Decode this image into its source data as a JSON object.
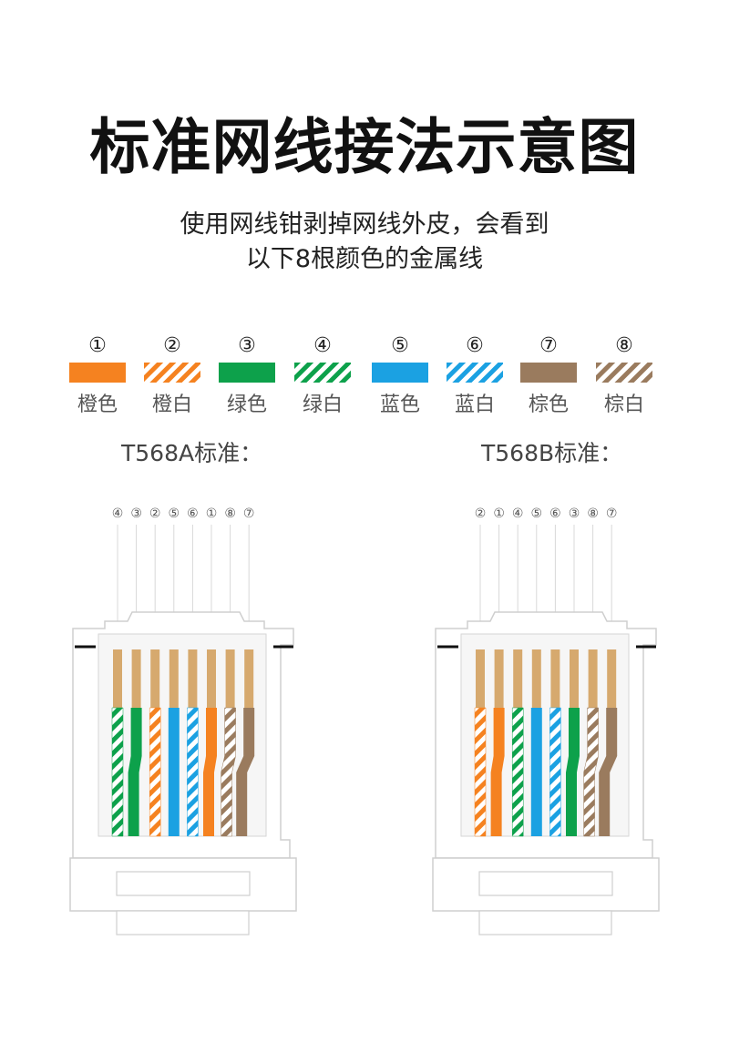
{
  "title": "标准网线接法示意图",
  "subtitle_line1": "使用网线钳剥掉网线外皮，会看到",
  "subtitle_line2": "以下8根颜色的金属线",
  "colors": {
    "orange": "#F58220",
    "green": "#0DA14B",
    "blue": "#1BA1E2",
    "brown": "#9A7B5E",
    "gold": "#D6A96E",
    "stripe_bg": "#ffffff",
    "outline": "#cfcfcf"
  },
  "legend": [
    {
      "num": "①",
      "label": "橙色",
      "color": "orange",
      "striped": false
    },
    {
      "num": "②",
      "label": "橙白",
      "color": "orange",
      "striped": true
    },
    {
      "num": "③",
      "label": "绿色",
      "color": "green",
      "striped": false
    },
    {
      "num": "④",
      "label": "绿白",
      "color": "green",
      "striped": true
    },
    {
      "num": "⑤",
      "label": "蓝色",
      "color": "blue",
      "striped": false
    },
    {
      "num": "⑥",
      "label": "蓝白",
      "color": "blue",
      "striped": true
    },
    {
      "num": "⑦",
      "label": "棕色",
      "color": "brown",
      "striped": false
    },
    {
      "num": "⑧",
      "label": "棕白",
      "color": "brown",
      "striped": true
    }
  ],
  "standards": [
    {
      "label": "T568A标准：",
      "pin_order": [
        "④",
        "③",
        "②",
        "⑤",
        "⑥",
        "①",
        "⑧",
        "⑦"
      ],
      "wires": [
        {
          "color": "green",
          "striped": true
        },
        {
          "color": "green",
          "striped": false
        },
        {
          "color": "orange",
          "striped": true
        },
        {
          "color": "blue",
          "striped": false
        },
        {
          "color": "blue",
          "striped": true
        },
        {
          "color": "orange",
          "striped": false
        },
        {
          "color": "brown",
          "striped": true
        },
        {
          "color": "brown",
          "striped": false
        }
      ]
    },
    {
      "label": "T568B标准：",
      "pin_order": [
        "②",
        "①",
        "④",
        "⑤",
        "⑥",
        "③",
        "⑧",
        "⑦"
      ],
      "wires": [
        {
          "color": "orange",
          "striped": true
        },
        {
          "color": "orange",
          "striped": false
        },
        {
          "color": "green",
          "striped": true
        },
        {
          "color": "blue",
          "striped": false
        },
        {
          "color": "blue",
          "striped": true
        },
        {
          "color": "green",
          "striped": false
        },
        {
          "color": "brown",
          "striped": true
        },
        {
          "color": "brown",
          "striped": false
        }
      ]
    }
  ]
}
